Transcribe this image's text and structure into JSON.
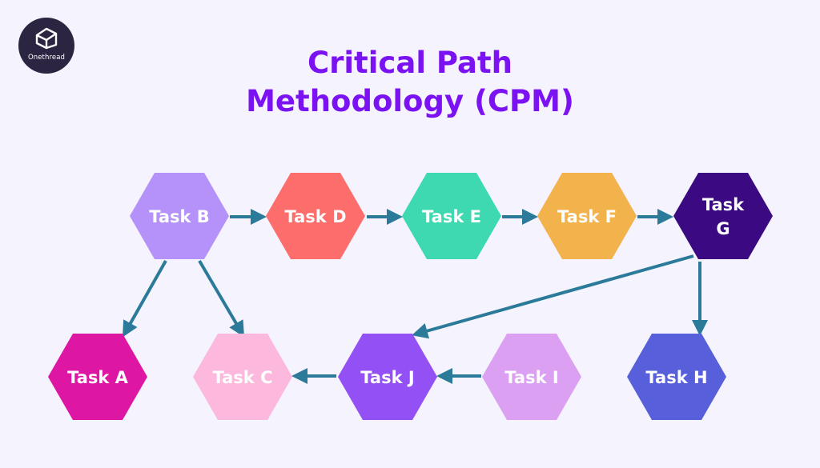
{
  "brand": {
    "logo_text": "Onethread"
  },
  "title": {
    "line1": "Critical Path",
    "line2": "Methodology (CPM)"
  },
  "colors": {
    "background": "#f5f3fd",
    "title": "#7a12f2",
    "arrow": "#2b7a99",
    "logo_bg": "#2b2542"
  },
  "nodes": [
    {
      "id": "B",
      "lines": [
        "Task B"
      ],
      "color": "#b592f9"
    },
    {
      "id": "D",
      "lines": [
        "Task D"
      ],
      "color": "#fd6d6b"
    },
    {
      "id": "E",
      "lines": [
        "Task E"
      ],
      "color": "#3ed9b0"
    },
    {
      "id": "F",
      "lines": [
        "Task F"
      ],
      "color": "#f2b24c"
    },
    {
      "id": "G",
      "lines": [
        "Task",
        "G"
      ],
      "color": "#3b0a82"
    },
    {
      "id": "A",
      "lines": [
        "Task A"
      ],
      "color": "#dd17a4"
    },
    {
      "id": "C",
      "lines": [
        "Task C"
      ],
      "color": "#fcb8dd"
    },
    {
      "id": "J",
      "lines": [
        "Task J"
      ],
      "color": "#9350f4"
    },
    {
      "id": "I",
      "lines": [
        "Task I"
      ],
      "color": "#dba0f2"
    },
    {
      "id": "H",
      "lines": [
        "Task H"
      ],
      "color": "#5760da"
    }
  ],
  "edges": [
    {
      "from": "B",
      "to": "D"
    },
    {
      "from": "D",
      "to": "E"
    },
    {
      "from": "E",
      "to": "F"
    },
    {
      "from": "F",
      "to": "G"
    },
    {
      "from": "B",
      "to": "A"
    },
    {
      "from": "B",
      "to": "C"
    },
    {
      "from": "G",
      "to": "J"
    },
    {
      "from": "G",
      "to": "H"
    },
    {
      "from": "I",
      "to": "J"
    },
    {
      "from": "J",
      "to": "C"
    }
  ]
}
